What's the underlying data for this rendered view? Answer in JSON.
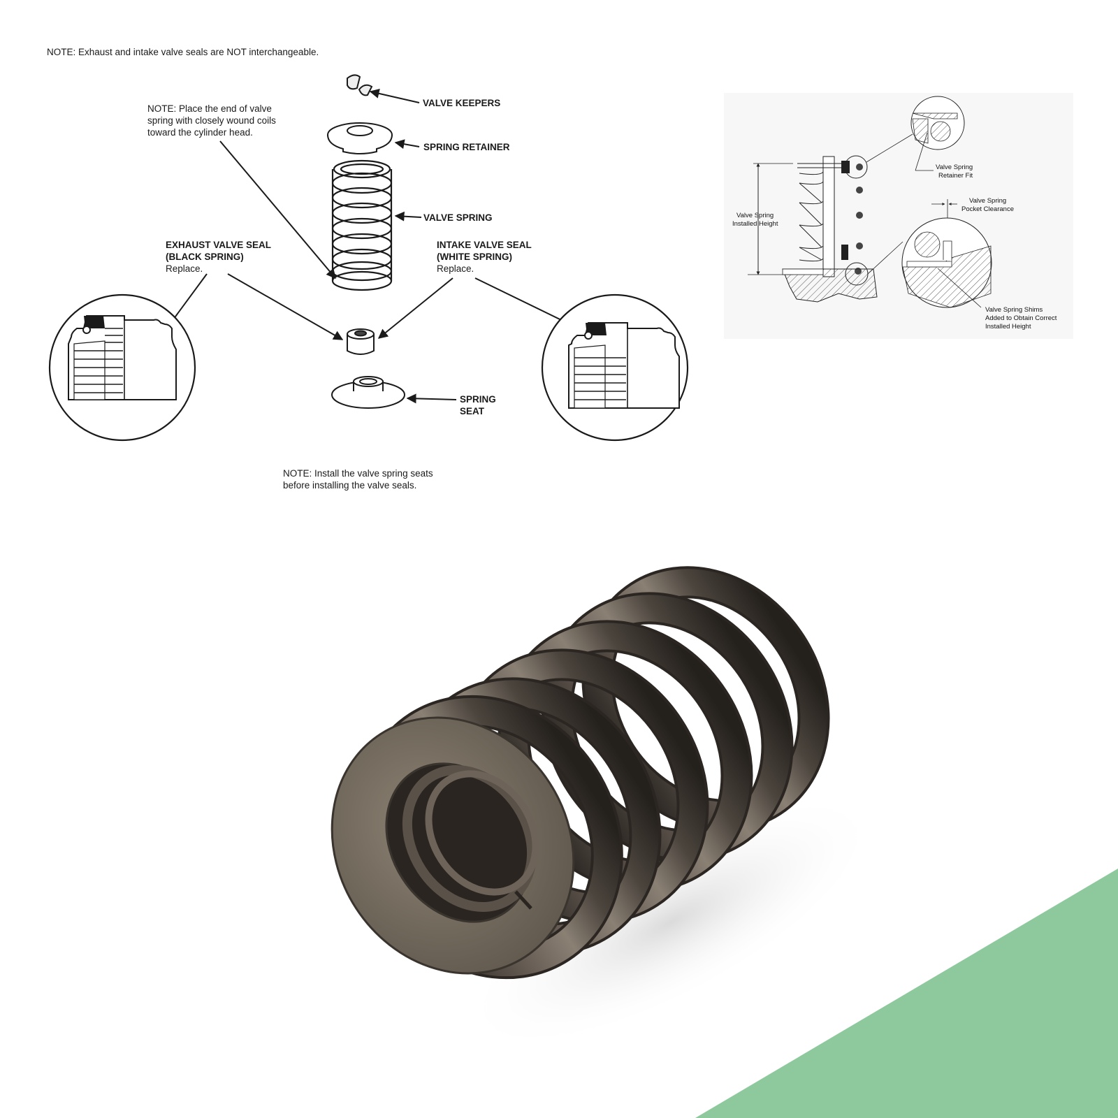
{
  "colors": {
    "background": "#ffffff",
    "ink": "#1a1a1a",
    "spring_metal": "#4e4740",
    "spring_face": "#7b7165",
    "accent_green": "#8dc99c"
  },
  "exploded_view": {
    "note_top": "NOTE:  Exhaust and intake valve seals are NOT interchangeable.",
    "note_spring_end": [
      "NOTE:  Place the end of valve",
      "spring with closely wound coils",
      "toward the cylinder head."
    ],
    "labels": {
      "valve_keepers": "VALVE KEEPERS",
      "spring_retainer": "SPRING RETAINER",
      "valve_spring": "VALVE SPRING",
      "spring_seat": [
        "SPRING",
        "SEAT"
      ]
    },
    "exhaust_seal": {
      "title": [
        "EXHAUST VALVE SEAL",
        "(BLACK SPRING)"
      ],
      "action": "Replace."
    },
    "intake_seal": {
      "title": [
        "INTAKE VALVE SEAL",
        "(WHITE SPRING)"
      ],
      "action": "Replace."
    },
    "note_bottom": [
      "NOTE:  Install the valve spring seats",
      "before installing the valve seals."
    ]
  },
  "installed_height_diagram": {
    "installed_height": [
      "Valve Spring",
      "Installed Height"
    ],
    "retainer_fit": [
      "Valve Spring",
      "Retainer Fit"
    ],
    "pocket_clearance": [
      "Valve Spring",
      "Pocket Clearance"
    ],
    "shims": [
      "Valve Spring Shims",
      "Added to Obtain Correct",
      "Installed Height"
    ]
  },
  "product_photo": {
    "subject": "valve-spring",
    "color": "#4e4740"
  }
}
